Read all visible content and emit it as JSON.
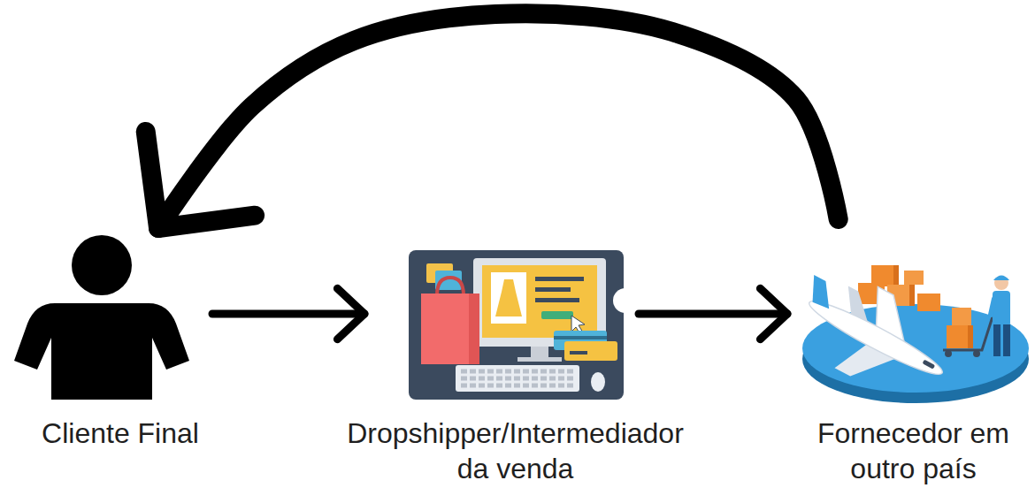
{
  "diagram": {
    "nodes": [
      {
        "text": [
          "Cliente Final"
        ]
      },
      {
        "text": [
          "Dropshipper/Intermediador da venda"
        ]
      },
      {
        "text": [
          "Fornecedor em outro país"
        ]
      }
    ],
    "edges": [
      {
        "from": 0,
        "to": 1,
        "arrow": "to"
      },
      {
        "from": 1,
        "to": 2,
        "arrow": "to"
      },
      {
        "from": 2,
        "to": 0,
        "arrow": "to"
      }
    ]
  }
}
